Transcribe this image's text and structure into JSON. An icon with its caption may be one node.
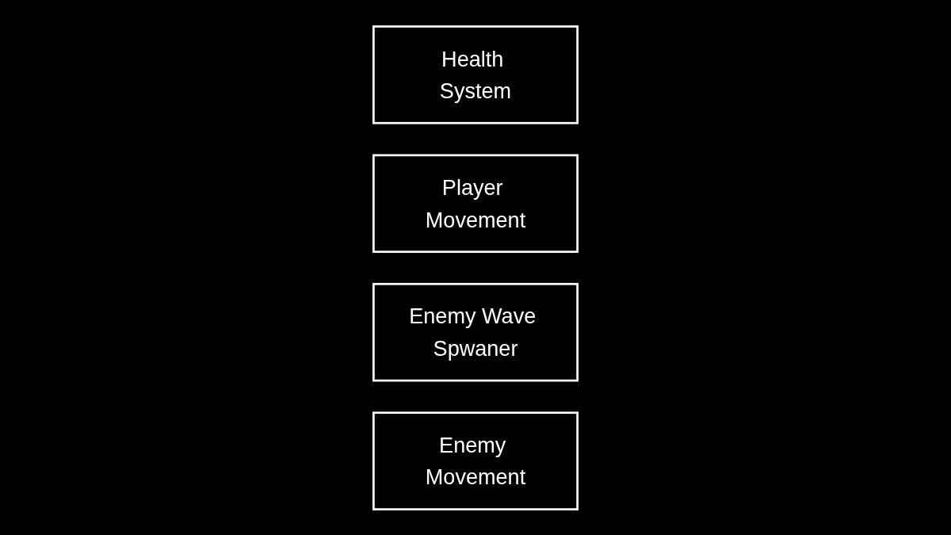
{
  "diagram": {
    "nodes": [
      {
        "text": [
          "Health System"
        ]
      },
      {
        "text": [
          "Player Movement"
        ]
      },
      {
        "text": [
          "Enemy Wave Spwaner"
        ]
      },
      {
        "text": [
          "Enemy Movement"
        ]
      }
    ],
    "edges": []
  }
}
